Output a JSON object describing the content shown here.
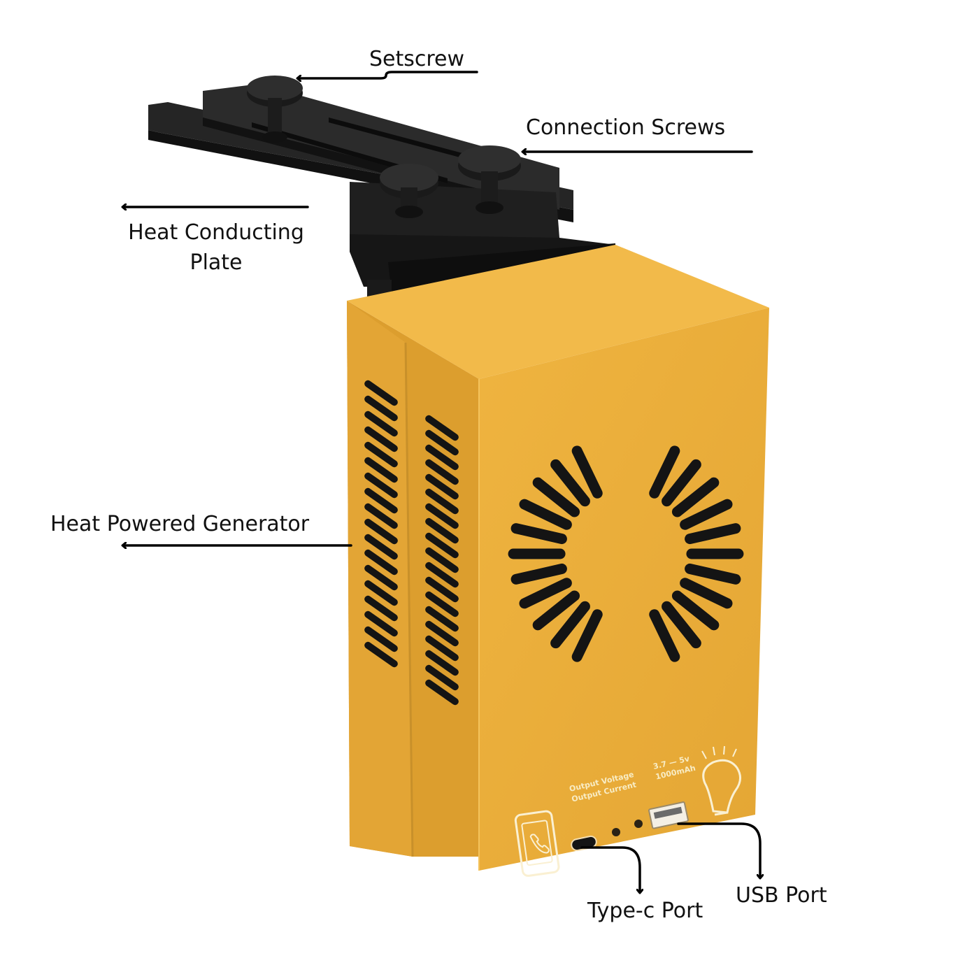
{
  "labels": {
    "setscrew": "Setscrew",
    "connection_screws": "Connection Screws",
    "heat_conducting_plate": [
      "Heat Conducting",
      "Plate"
    ],
    "heat_powered_generator": "Heat Powered Generator",
    "type_c_port": "Type-c Port",
    "usb_port": "USB Port"
  },
  "device_text": {
    "output_voltage": "Output Voltage",
    "output_current": "Output Current",
    "voltage_value": "3.7 — 5v",
    "current_value": "1000mAh"
  },
  "colors": {
    "housing_front": "#e9ad3a",
    "housing_side": "#dc9e2e",
    "bracket": "#1c1c1c",
    "arrow": "#000000"
  },
  "icons": {
    "phone": "phone-charging-icon",
    "bulb": "light-bulb-icon"
  }
}
